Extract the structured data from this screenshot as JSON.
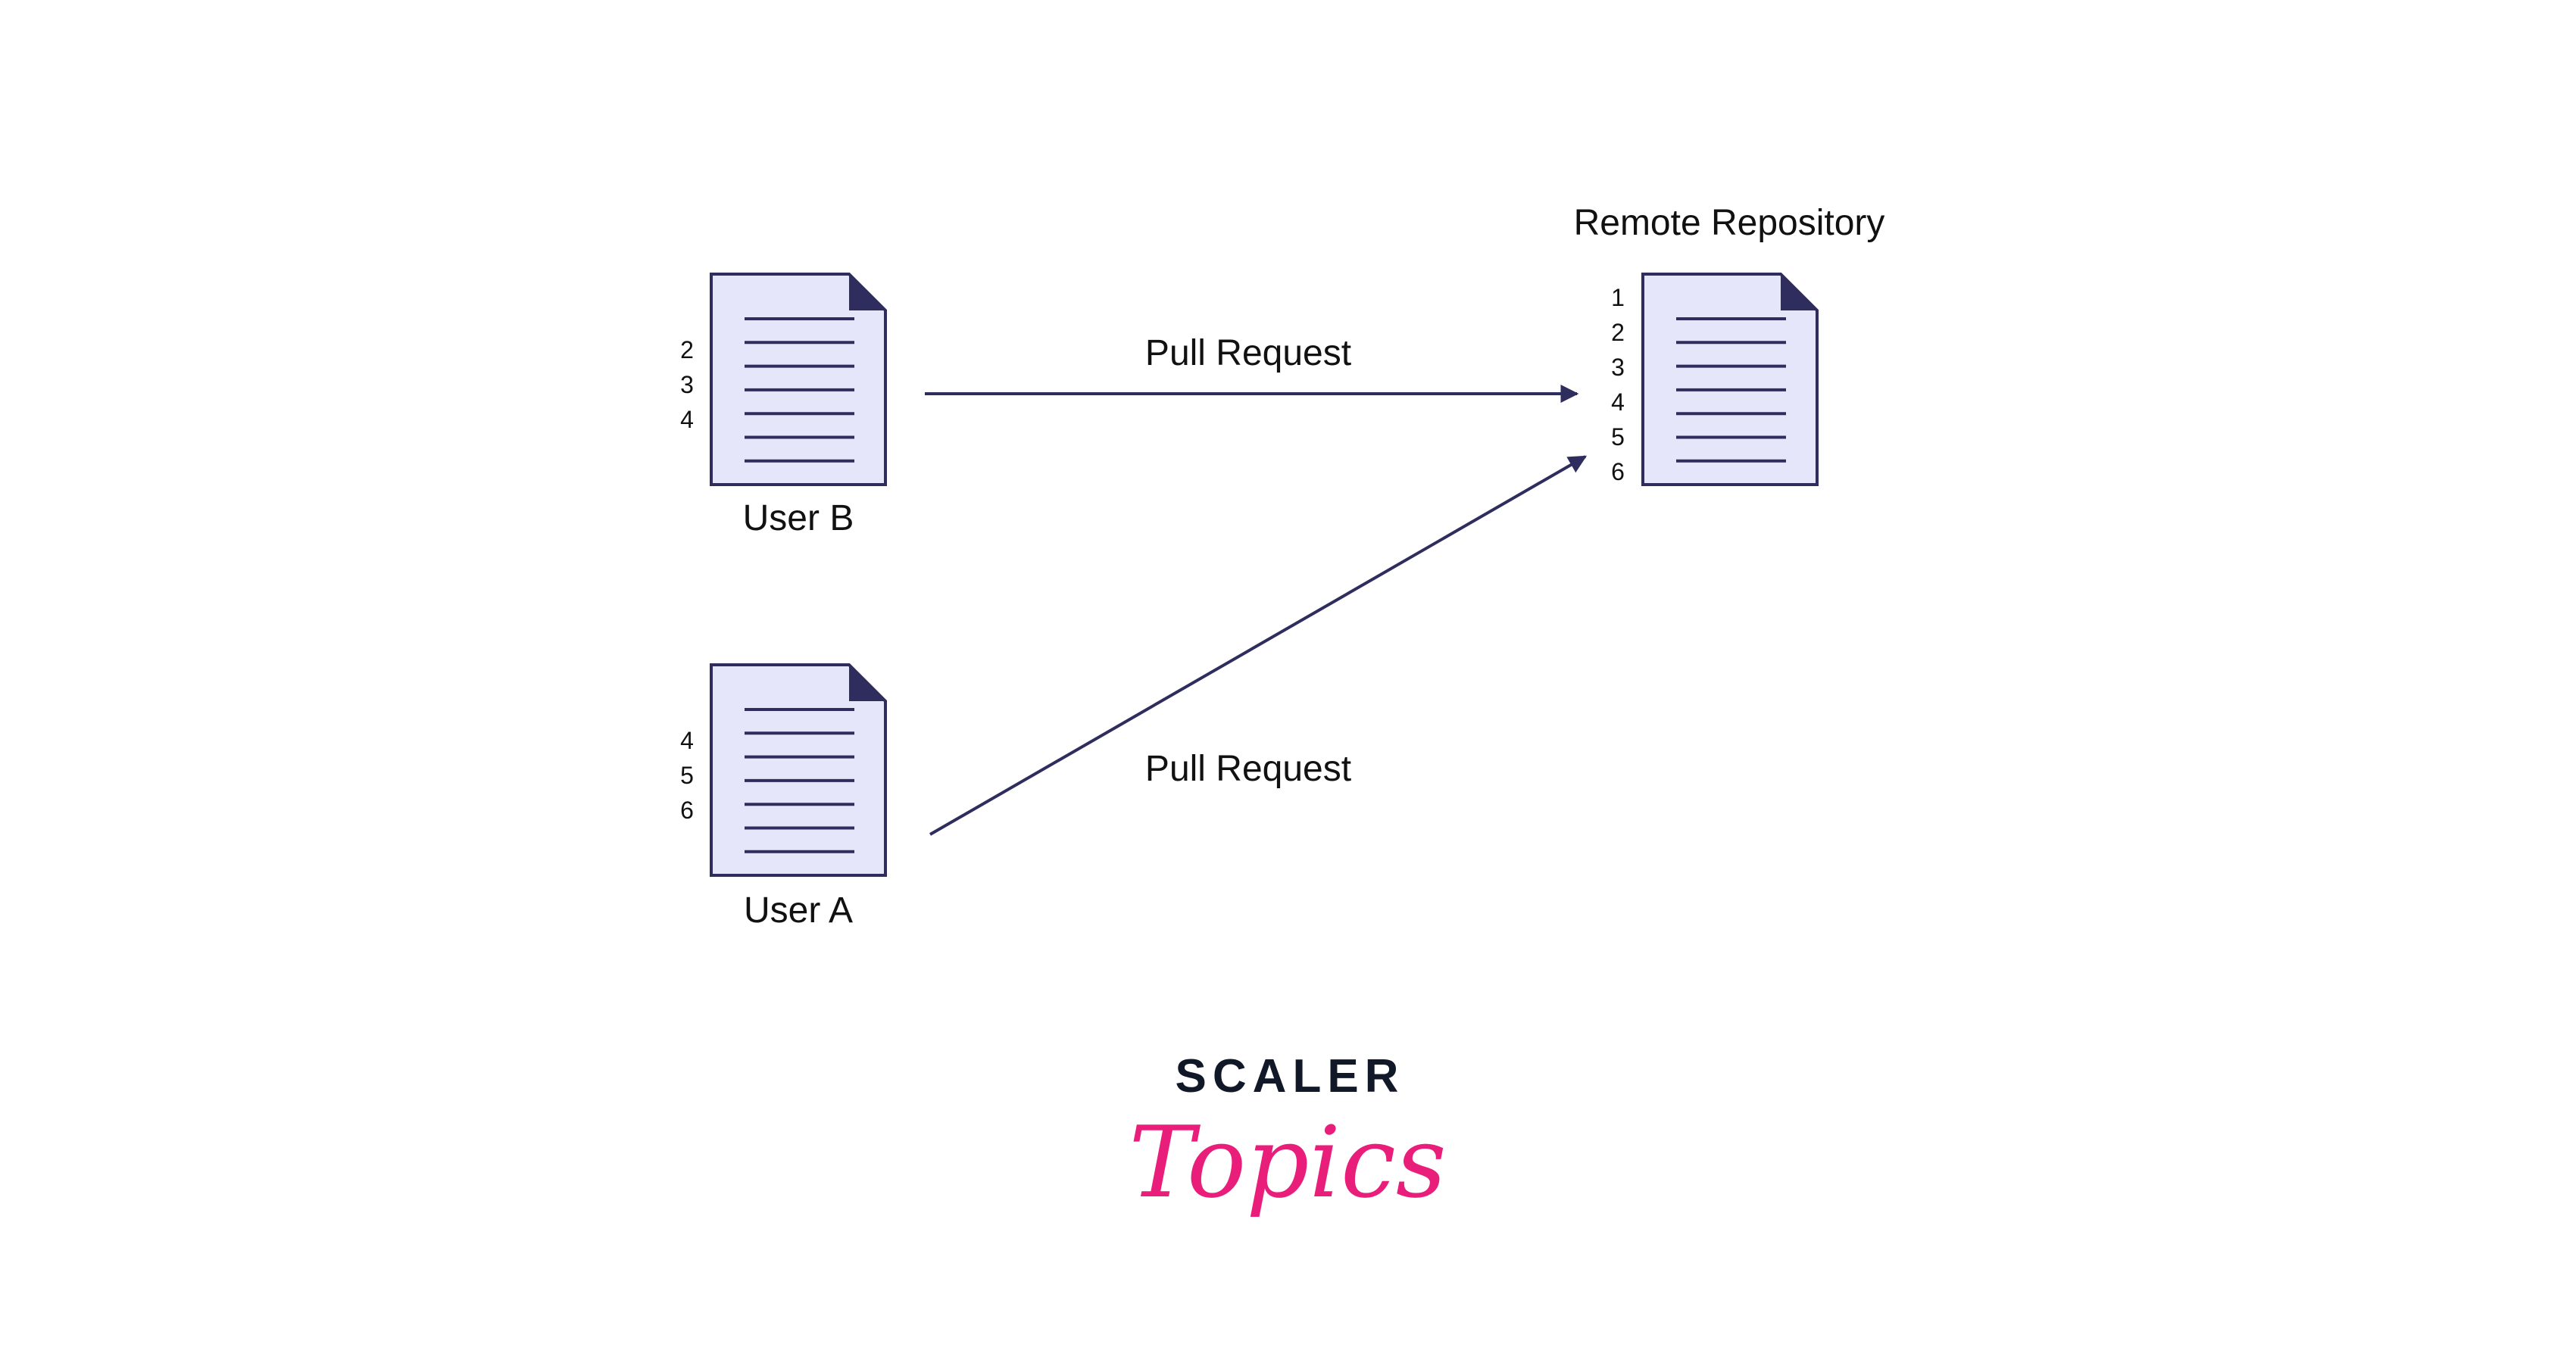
{
  "colors": {
    "doc_fill": "#e6e6fa",
    "doc_stroke": "#2e2d5e",
    "arrow": "#2e2d5e",
    "logo_dark": "#111827",
    "logo_pink": "#e91e7a"
  },
  "docs": {
    "user_b": {
      "label": "User B",
      "lines": [
        "2",
        "3",
        "4"
      ]
    },
    "user_a": {
      "label": "User A",
      "lines": [
        "4",
        "5",
        "6"
      ]
    },
    "remote": {
      "label": "Remote Repository",
      "lines": [
        "1",
        "2",
        "3",
        "4",
        "5",
        "6"
      ]
    }
  },
  "arrows": {
    "top_label": "Pull Request",
    "bottom_label": "Pull Request"
  },
  "logo": {
    "top": "SCALER",
    "bottom": "Topics"
  }
}
